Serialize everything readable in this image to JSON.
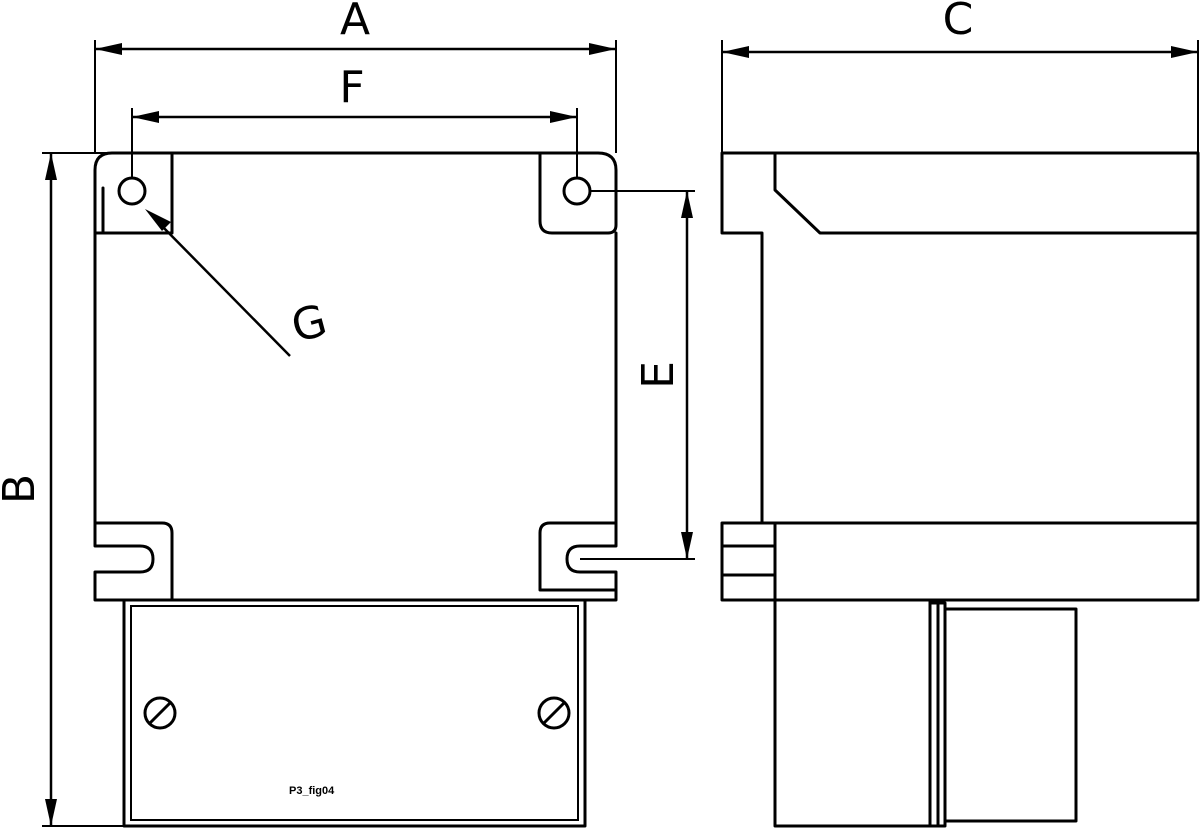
{
  "labels": {
    "a": "A",
    "b": "B",
    "c": "C",
    "e": "E",
    "f": "F",
    "g": "G"
  },
  "caption": "P3_fig04",
  "colors": {
    "line": "#000000",
    "background": "#ffffff"
  }
}
